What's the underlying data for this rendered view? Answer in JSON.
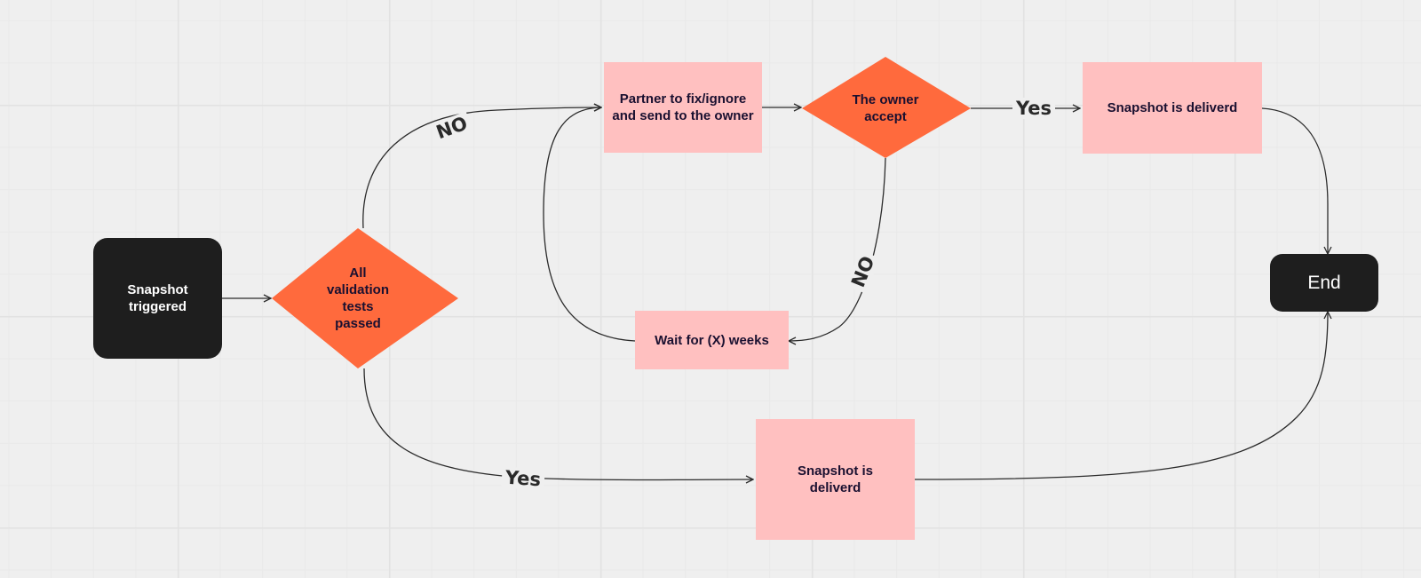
{
  "nodes": {
    "start": "Snapshot triggered",
    "decision_validation": "All validation tests passed",
    "partner_fix": "Partner to fix/ignore and send to the owner",
    "decision_owner": "The owner accept",
    "delivered_top": "Snapshot is deliverd",
    "wait": "Wait for (X) weeks",
    "delivered_bottom": "Snapshot is deliverd",
    "end": "End"
  },
  "edge_labels": {
    "validation_no": "NO",
    "validation_yes": "Yes",
    "owner_yes": "Yes",
    "owner_no": "NO"
  },
  "colors": {
    "terminal": "#1e1e1e",
    "process": "#ffc0c0",
    "decision": "#ff6a3d",
    "connector": "#2b2b2b"
  }
}
